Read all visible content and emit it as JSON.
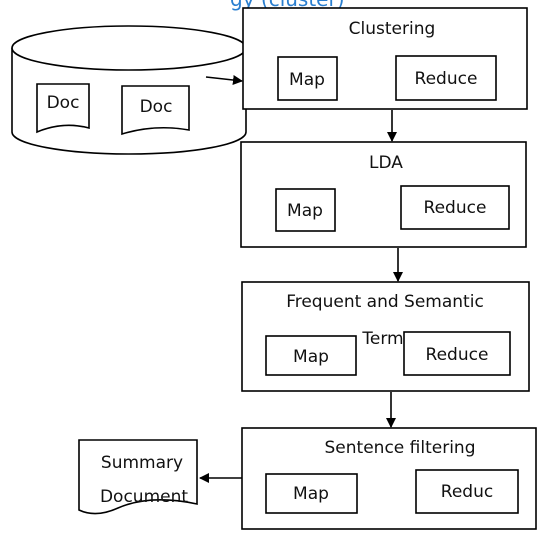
{
  "top_fragment": "gy (cluster)",
  "colors": {
    "top_fragment": "#2a7fd0",
    "stroke": "#000000",
    "text": "#111111"
  },
  "database": {
    "docs": [
      "Doc",
      "Doc"
    ]
  },
  "stages": [
    {
      "title": "Clustering",
      "map": "Map",
      "reduce": "Reduce"
    },
    {
      "title": "LDA",
      "map": "Map",
      "reduce": "Reduce"
    },
    {
      "title_line1": "Frequent and Semantic",
      "title_line2": "Term",
      "map": "Map",
      "reduce": "Reduce"
    },
    {
      "title": "Sentence filtering",
      "map": "Map",
      "reduce": "Reduc"
    }
  ],
  "summary": {
    "line1": "Summary",
    "line2": "Document"
  }
}
